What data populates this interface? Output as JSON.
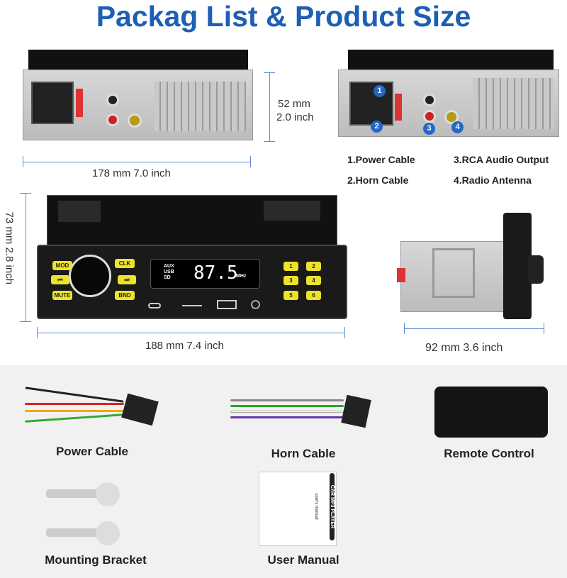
{
  "title": "Packag List & Product Size",
  "rear_view": {
    "width_label": "178 mm 7.0 inch",
    "height_mm": "52 mm",
    "height_inch": "2.0 inch"
  },
  "connectors": {
    "badges": [
      "1",
      "2",
      "3",
      "4"
    ],
    "legend": [
      "1.Power Cable",
      "2.Horn Cable",
      "3.RCA Audio Output",
      "4.Radio Antenna"
    ]
  },
  "front_view": {
    "width_label": "188 mm 7.4 inch",
    "height_label": "73 mm 2.8 inch",
    "buttons_left": [
      "MOD",
      "CLK",
      "⏮",
      "⏭",
      "MUTE",
      "BND"
    ],
    "presets": [
      "1",
      "2",
      "3",
      "4",
      "5",
      "6"
    ],
    "display": {
      "sources": [
        "AUX",
        "USB",
        "SD"
      ],
      "frequency": "87.5",
      "unit": "MHz"
    }
  },
  "side_view": {
    "depth_label": "92 mm 3.6 inch"
  },
  "package": {
    "items": [
      "Power Cable",
      "Horn Cable",
      "Remote Control",
      "Mounting Bracket",
      "User Manual"
    ],
    "manual_title": "CAR MP3 PLAYER",
    "manual_subtitle": "user's manual"
  },
  "colors": {
    "accent": "#1d5fb4",
    "button_yellow": "#ece42a"
  }
}
